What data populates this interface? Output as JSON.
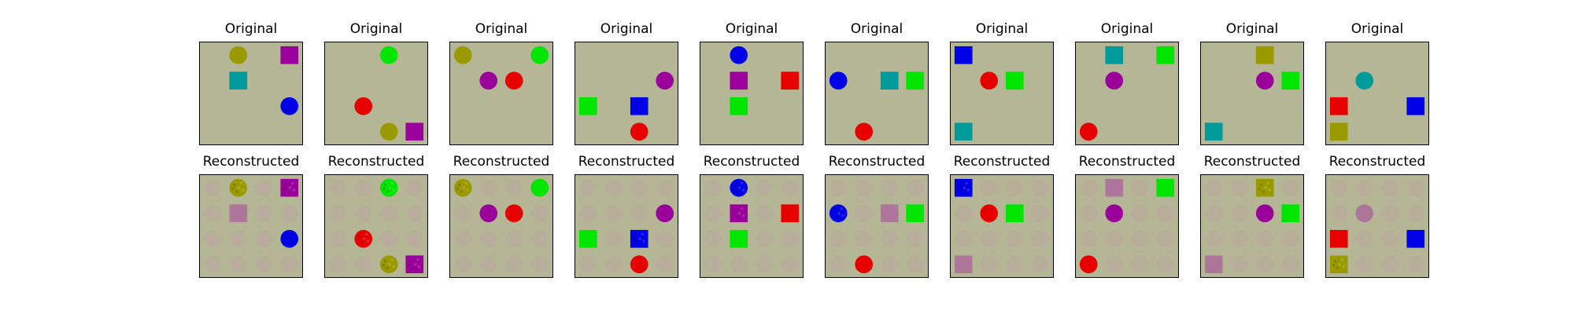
{
  "figure": {
    "row_titles": {
      "original": "Original",
      "reconstructed": "Reconstructed"
    },
    "background_color": "#b5b696",
    "ghost_color": "#b8a59e",
    "colors": {
      "olive": "#9a9a00",
      "magenta": "#9a009a",
      "cyan": "#009a9a",
      "blue": "#0000e6",
      "green": "#00e600",
      "red": "#e60000"
    },
    "samples": [
      {
        "original": [
          {
            "shape": "circle",
            "color": "olive",
            "col": 1,
            "row": 0
          },
          {
            "shape": "square",
            "color": "magenta",
            "col": 3,
            "row": 0
          },
          {
            "shape": "square",
            "color": "cyan",
            "col": 1,
            "row": 1
          },
          {
            "shape": "circle",
            "color": "blue",
            "col": 3,
            "row": 2
          }
        ],
        "reconstructed": [
          {
            "shape": "circle",
            "color": "olive",
            "col": 1,
            "row": 0,
            "quality": "noisy"
          },
          {
            "shape": "square",
            "color": "magenta",
            "col": 3,
            "row": 0,
            "quality": "noisy"
          },
          {
            "shape": "square",
            "color": "magenta",
            "col": 1,
            "row": 1,
            "quality": "faint"
          },
          {
            "shape": "circle",
            "color": "blue",
            "col": 3,
            "row": 2,
            "quality": "clean"
          }
        ]
      },
      {
        "original": [
          {
            "shape": "circle",
            "color": "green",
            "col": 2,
            "row": 0
          },
          {
            "shape": "circle",
            "color": "red",
            "col": 1,
            "row": 2
          },
          {
            "shape": "circle",
            "color": "olive",
            "col": 2,
            "row": 3
          },
          {
            "shape": "square",
            "color": "magenta",
            "col": 3,
            "row": 3
          }
        ],
        "reconstructed": [
          {
            "shape": "circle",
            "color": "green",
            "col": 2,
            "row": 0,
            "quality": "noisy"
          },
          {
            "shape": "circle",
            "color": "red",
            "col": 1,
            "row": 2,
            "quality": "noisy"
          },
          {
            "shape": "circle",
            "color": "olive",
            "col": 2,
            "row": 3,
            "quality": "noisy"
          },
          {
            "shape": "square",
            "color": "magenta",
            "col": 3,
            "row": 3,
            "quality": "noisy"
          }
        ]
      },
      {
        "original": [
          {
            "shape": "circle",
            "color": "olive",
            "col": 0,
            "row": 0
          },
          {
            "shape": "circle",
            "color": "green",
            "col": 3,
            "row": 0
          },
          {
            "shape": "circle",
            "color": "magenta",
            "col": 1,
            "row": 1
          },
          {
            "shape": "circle",
            "color": "red",
            "col": 2,
            "row": 1
          }
        ],
        "reconstructed": [
          {
            "shape": "circle",
            "color": "olive",
            "col": 0,
            "row": 0,
            "quality": "noisy"
          },
          {
            "shape": "circle",
            "color": "green",
            "col": 3,
            "row": 0,
            "quality": "clean"
          },
          {
            "shape": "circle",
            "color": "magenta",
            "col": 1,
            "row": 1,
            "quality": "clean"
          },
          {
            "shape": "circle",
            "color": "red",
            "col": 2,
            "row": 1,
            "quality": "clean"
          }
        ]
      },
      {
        "original": [
          {
            "shape": "circle",
            "color": "magenta",
            "col": 3,
            "row": 1
          },
          {
            "shape": "square",
            "color": "green",
            "col": 0,
            "row": 2
          },
          {
            "shape": "square",
            "color": "blue",
            "col": 2,
            "row": 2
          },
          {
            "shape": "circle",
            "color": "red",
            "col": 2,
            "row": 3
          }
        ],
        "reconstructed": [
          {
            "shape": "circle",
            "color": "magenta",
            "col": 3,
            "row": 1,
            "quality": "clean"
          },
          {
            "shape": "square",
            "color": "green",
            "col": 0,
            "row": 2,
            "quality": "clean"
          },
          {
            "shape": "square",
            "color": "blue",
            "col": 2,
            "row": 2,
            "quality": "noisy"
          },
          {
            "shape": "circle",
            "color": "red",
            "col": 2,
            "row": 3,
            "quality": "clean"
          }
        ]
      },
      {
        "original": [
          {
            "shape": "circle",
            "color": "blue",
            "col": 1,
            "row": 0
          },
          {
            "shape": "square",
            "color": "magenta",
            "col": 1,
            "row": 1
          },
          {
            "shape": "square",
            "color": "red",
            "col": 3,
            "row": 1
          },
          {
            "shape": "square",
            "color": "green",
            "col": 1,
            "row": 2
          }
        ],
        "reconstructed": [
          {
            "shape": "circle",
            "color": "blue",
            "col": 1,
            "row": 0,
            "quality": "noisy"
          },
          {
            "shape": "square",
            "color": "magenta",
            "col": 1,
            "row": 1,
            "quality": "noisy"
          },
          {
            "shape": "square",
            "color": "red",
            "col": 3,
            "row": 1,
            "quality": "clean"
          },
          {
            "shape": "square",
            "color": "green",
            "col": 1,
            "row": 2,
            "quality": "clean"
          }
        ]
      },
      {
        "original": [
          {
            "shape": "circle",
            "color": "blue",
            "col": 0,
            "row": 1
          },
          {
            "shape": "square",
            "color": "cyan",
            "col": 2,
            "row": 1
          },
          {
            "shape": "square",
            "color": "green",
            "col": 3,
            "row": 1
          },
          {
            "shape": "circle",
            "color": "red",
            "col": 1,
            "row": 3
          }
        ],
        "reconstructed": [
          {
            "shape": "circle",
            "color": "blue",
            "col": 0,
            "row": 1,
            "quality": "noisy"
          },
          {
            "shape": "square",
            "color": "magenta",
            "col": 2,
            "row": 1,
            "quality": "faint"
          },
          {
            "shape": "square",
            "color": "green",
            "col": 3,
            "row": 1,
            "quality": "clean"
          },
          {
            "shape": "circle",
            "color": "red",
            "col": 1,
            "row": 3,
            "quality": "clean"
          }
        ]
      },
      {
        "original": [
          {
            "shape": "square",
            "color": "blue",
            "col": 0,
            "row": 0
          },
          {
            "shape": "circle",
            "color": "red",
            "col": 1,
            "row": 1
          },
          {
            "shape": "square",
            "color": "green",
            "col": 2,
            "row": 1
          },
          {
            "shape": "square",
            "color": "cyan",
            "col": 0,
            "row": 3
          }
        ],
        "reconstructed": [
          {
            "shape": "square",
            "color": "blue",
            "col": 0,
            "row": 0,
            "quality": "noisy"
          },
          {
            "shape": "circle",
            "color": "red",
            "col": 1,
            "row": 1,
            "quality": "clean"
          },
          {
            "shape": "square",
            "color": "green",
            "col": 2,
            "row": 1,
            "quality": "clean"
          },
          {
            "shape": "square",
            "color": "magenta",
            "col": 0,
            "row": 3,
            "quality": "faint"
          }
        ]
      },
      {
        "original": [
          {
            "shape": "square",
            "color": "cyan",
            "col": 1,
            "row": 0
          },
          {
            "shape": "square",
            "color": "green",
            "col": 3,
            "row": 0
          },
          {
            "shape": "circle",
            "color": "magenta",
            "col": 1,
            "row": 1
          },
          {
            "shape": "circle",
            "color": "red",
            "col": 0,
            "row": 3
          }
        ],
        "reconstructed": [
          {
            "shape": "square",
            "color": "magenta",
            "col": 1,
            "row": 0,
            "quality": "faint"
          },
          {
            "shape": "square",
            "color": "green",
            "col": 3,
            "row": 0,
            "quality": "clean"
          },
          {
            "shape": "circle",
            "color": "magenta",
            "col": 1,
            "row": 1,
            "quality": "clean"
          },
          {
            "shape": "circle",
            "color": "red",
            "col": 0,
            "row": 3,
            "quality": "clean"
          }
        ]
      },
      {
        "original": [
          {
            "shape": "square",
            "color": "olive",
            "col": 2,
            "row": 0
          },
          {
            "shape": "circle",
            "color": "magenta",
            "col": 2,
            "row": 1
          },
          {
            "shape": "square",
            "color": "green",
            "col": 3,
            "row": 1
          },
          {
            "shape": "square",
            "color": "cyan",
            "col": 0,
            "row": 3
          }
        ],
        "reconstructed": [
          {
            "shape": "square",
            "color": "olive",
            "col": 2,
            "row": 0,
            "quality": "noisy"
          },
          {
            "shape": "circle",
            "color": "magenta",
            "col": 2,
            "row": 1,
            "quality": "clean"
          },
          {
            "shape": "square",
            "color": "green",
            "col": 3,
            "row": 1,
            "quality": "clean"
          },
          {
            "shape": "square",
            "color": "magenta",
            "col": 0,
            "row": 3,
            "quality": "faint"
          }
        ]
      },
      {
        "original": [
          {
            "shape": "circle",
            "color": "cyan",
            "col": 1,
            "row": 1
          },
          {
            "shape": "square",
            "color": "red",
            "col": 0,
            "row": 2
          },
          {
            "shape": "square",
            "color": "blue",
            "col": 3,
            "row": 2
          },
          {
            "shape": "square",
            "color": "olive",
            "col": 0,
            "row": 3
          }
        ],
        "reconstructed": [
          {
            "shape": "circle",
            "color": "magenta",
            "col": 1,
            "row": 1,
            "quality": "faint"
          },
          {
            "shape": "square",
            "color": "red",
            "col": 0,
            "row": 2,
            "quality": "clean"
          },
          {
            "shape": "square",
            "color": "blue",
            "col": 3,
            "row": 2,
            "quality": "clean"
          },
          {
            "shape": "square",
            "color": "olive",
            "col": 0,
            "row": 3,
            "quality": "noisy"
          }
        ]
      }
    ]
  }
}
